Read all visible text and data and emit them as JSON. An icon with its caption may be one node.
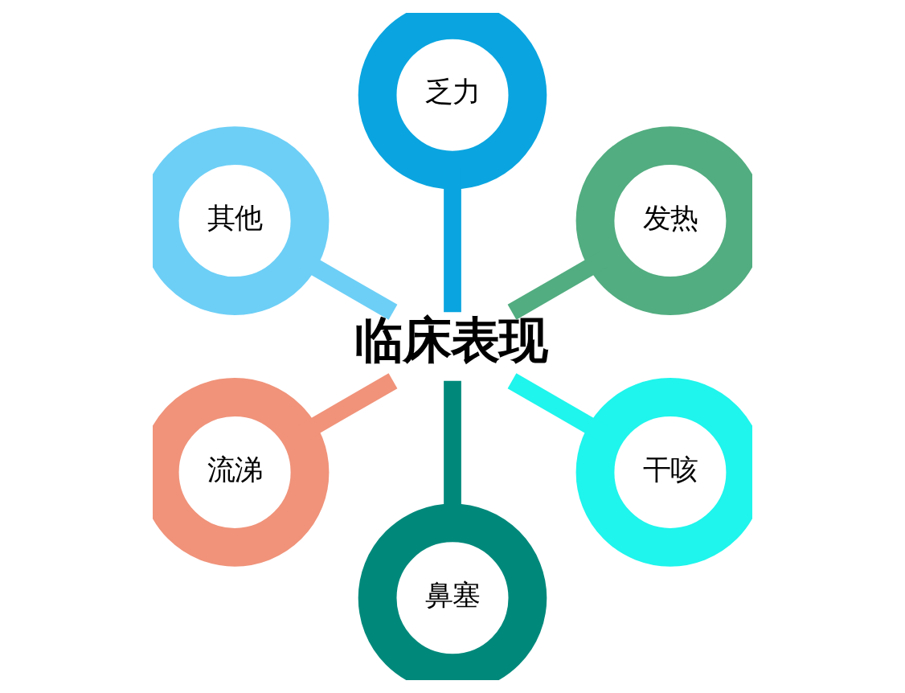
{
  "diagram": {
    "nodes": [
      {
        "text": [
          "临床表现"
        ]
      },
      {
        "text": [
          "发热"
        ]
      },
      {
        "text": [
          "乏力"
        ]
      },
      {
        "text": [
          "其他"
        ]
      },
      {
        "text": [
          "流涕"
        ]
      },
      {
        "text": [
          "鼻塞"
        ]
      },
      {
        "text": [
          "干咳"
        ]
      }
    ],
    "edges": [
      {
        "from": 0,
        "to": 1,
        "arrow": "none",
        "color": "#52ad80"
      },
      {
        "from": 0,
        "to": 2,
        "arrow": "none",
        "color": "#0aa5e0"
      },
      {
        "from": 0,
        "to": 3,
        "arrow": "none",
        "color": "#6dcff6"
      },
      {
        "from": 0,
        "to": 4,
        "arrow": "none",
        "color": "#f0937a"
      },
      {
        "from": 0,
        "to": 5,
        "arrow": "none",
        "color": "#00897b"
      },
      {
        "from": 0,
        "to": 6,
        "arrow": "none",
        "color": "#1ff5ec"
      }
    ]
  }
}
